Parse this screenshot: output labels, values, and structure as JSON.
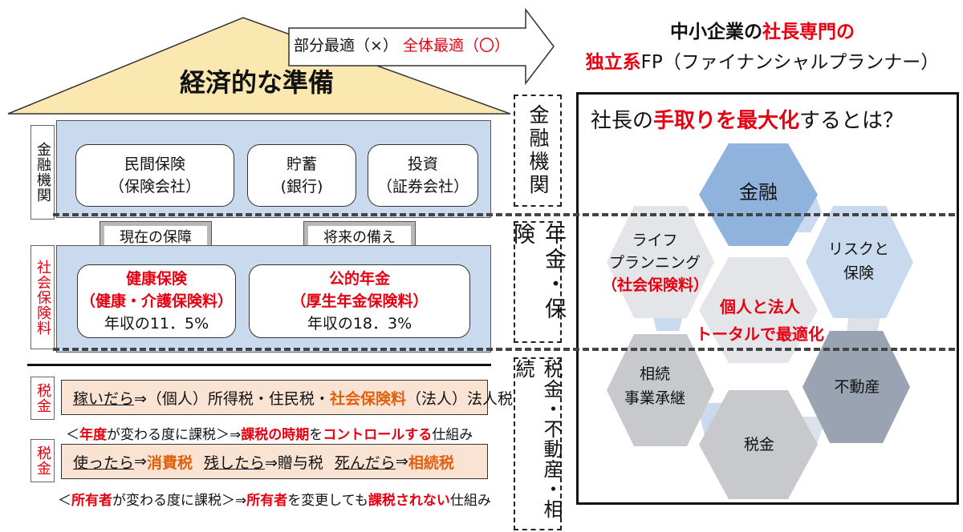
{
  "header": {
    "arrow_left": "部分最適（×）",
    "arrow_right": "全体最適（〇）",
    "line1_black": "中小企業の",
    "line1_red": "社長専門の",
    "line2_red": "独立系",
    "line2_black": "FP（ファイナンシャルプランナー）"
  },
  "house": {
    "title": "経済的な準備",
    "side_finance": "金融機関",
    "side_social": "社会保険料",
    "side_tax1": "税金",
    "side_tax2": "税金",
    "cards_top": [
      {
        "line1": "民間保険",
        "line2": "（保険会社）"
      },
      {
        "line1": "貯蓄",
        "line2": "(銀行)"
      },
      {
        "line1": "投資",
        "line2": "（証券会社）"
      }
    ],
    "tab_left": "現在の保障",
    "tab_right": "将来の備え",
    "cards_mid": [
      {
        "line1": "健康保険",
        "line2": "（健康・介護保険料）",
        "line3": "年収の11．5%"
      },
      {
        "line1": "公的年金",
        "line2": "（厚生年金保険料）",
        "line3": "年収の18．3%"
      }
    ],
    "tax1": {
      "a": "稼いだら",
      "b": "⇒（個人）所得税・住民税・",
      "c": "社会保険料",
      "d": "（法人）法人税"
    },
    "note1": {
      "a": "＜",
      "b": "年度",
      "c": "が変わる度に課税＞⇒",
      "d": "課税の時期",
      "e": "を",
      "f": "コントロールする",
      "g": "仕組み"
    },
    "tax2": {
      "a": "使ったら",
      "b": "⇒",
      "c": "消費税",
      "d": "残したら",
      "e": "⇒贈与税",
      "f": "死んだら",
      "g": "⇒",
      "h": "相続税"
    },
    "note2": {
      "a": "＜",
      "b": "所有者",
      "c": "が変わる度に課税＞⇒",
      "d": "所有者",
      "e": "を変更しても",
      "f": "課税されない",
      "g": "仕組み"
    }
  },
  "middle_labels": {
    "finance": "金融機関",
    "pension": "年金・保険",
    "tax": "税金・不動産・相続"
  },
  "right_box": {
    "title_a": "社長の",
    "title_b": "手取りを最大化",
    "title_c": "するとは？",
    "hex_finance": "金融",
    "hex_life_1": "ライフ",
    "hex_life_2": "プランニング",
    "hex_life_3": "（社会保険料）",
    "hex_risk_1": "リスクと",
    "hex_risk_2": "保険",
    "hex_center_1": "個人と法人",
    "hex_center_2": "トータルで最適化",
    "hex_inherit_1": "相続",
    "hex_inherit_2": "事業承継",
    "hex_realestate": "不動産",
    "hex_tax": "税金"
  },
  "colors": {
    "accent_red": "#e60012",
    "orange": "#e06010",
    "roof": "#fbe8b0",
    "panel_blue": "#c9d9ee",
    "hex_blue": "#8fb3dd",
    "hex_gray": "#c8c9cc",
    "hex_dark": "#9aa3b2",
    "tax_bar": "#fbe3d4"
  }
}
